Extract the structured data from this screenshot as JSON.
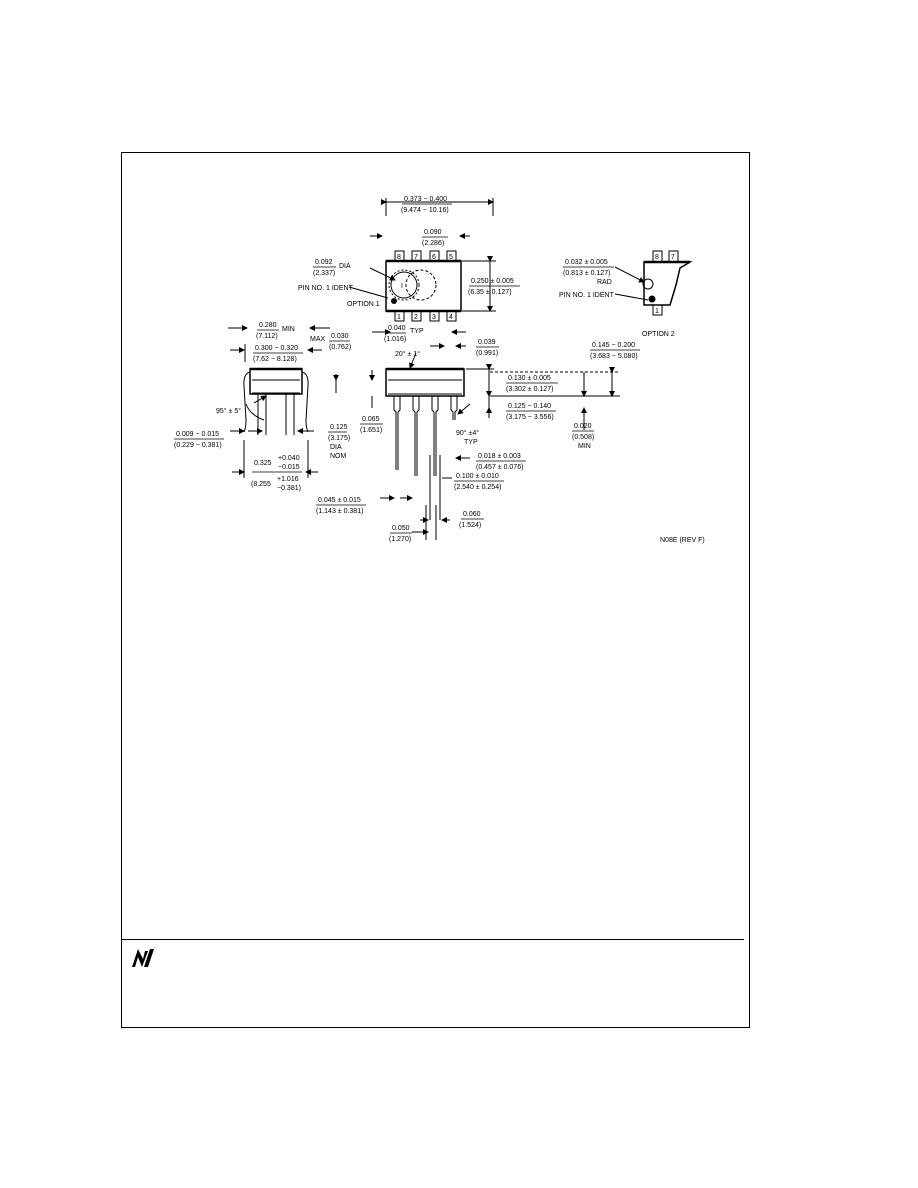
{
  "package_drawing": {
    "top_view": {
      "overall_width": "0.373 − 0.400",
      "overall_width_mm": "(9.474 − 10.16)",
      "pin_pitch_top": "0.090",
      "pin_pitch_top_mm": "(2.286)",
      "body_width": "0.250 ± 0.005",
      "body_width_mm": "(6.35 ± 0.127)",
      "dia": "0.092",
      "dia_mm": "(2.337)",
      "dia_label": "DIA",
      "pin1_ident": "PIN NO. 1 IDENT",
      "option1": "OPTION 1",
      "pins_top": [
        "8",
        "7",
        "6",
        "5"
      ],
      "pins_bottom": [
        "1",
        "2",
        "3",
        "4"
      ],
      "pad": "0.040",
      "pad_mm": "(1.016)",
      "pad_label": "TYP",
      "gap": "0.039",
      "gap_mm": "(0.991)"
    },
    "option2": {
      "rad": "0.032 ± 0.005",
      "rad_mm": "(0.813 ± 0.127)",
      "rad_label": "RAD",
      "pin1_ident": "PIN NO. 1 IDENT",
      "label": "OPTION 2",
      "pins": [
        "8",
        "7",
        "1"
      ]
    },
    "end_view": {
      "width_min": "0.280",
      "width_min_mm": "(7.112)",
      "width_min_label": "MIN",
      "lead_span": "0.300 − 0.320",
      "lead_span_mm": "(7.62 − 8.128)",
      "max_label": "MAX",
      "max_val": "0.030",
      "max_val_mm": "(0.762)",
      "angle": "95° ± 5°",
      "lead_thk": "0.009 − 0.015",
      "lead_thk_mm": "(0.229 − 0.381)",
      "dia": "0.125",
      "dia_mm": "(3.175)",
      "dia_label": "DIA",
      "nom_label": "NOM",
      "row_span_main": "0.325",
      "row_span_plus": "+0.040",
      "row_span_minus": "−0.015",
      "row_span_mm_main": "(8.255",
      "row_span_mm_plus": "+1.016",
      "row_span_mm_minus": "−0.381)"
    },
    "side_view": {
      "taper": "20° ± 1°",
      "seat": "0.065",
      "seat_mm": "(1.651)",
      "height_max": "0.145 − 0.200",
      "height_max_mm": "(3.683 − 5.080)",
      "body_h": "0.130 ± 0.005",
      "body_h_mm": "(3.302 ± 0.127)",
      "lead_len": "0.125 − 0.140",
      "lead_len_mm": "(3.175 − 3.556)",
      "standoff": "0.020",
      "standoff_mm": "(0.508)",
      "standoff_label": "MIN",
      "lead_angle": "90° ±4°",
      "lead_angle_label": "TYP",
      "lead_w": "0.018 ± 0.003",
      "lead_w_mm": "(0.457 ± 0.076)",
      "pitch": "0.100 ± 0.010",
      "pitch_mm": "(2.540 ± 0.254)",
      "shoulder": "0.045 ± 0.015",
      "shoulder_mm": "(1.143 ± 0.381)",
      "lead_tip": "0.060",
      "lead_tip_mm": "(1.524)",
      "end_lead": "0.050",
      "end_lead_mm": "(1.270)"
    },
    "drawing_code": "N08E (REV F)"
  },
  "footer": {
    "logo": "national-semiconductor-logo"
  }
}
